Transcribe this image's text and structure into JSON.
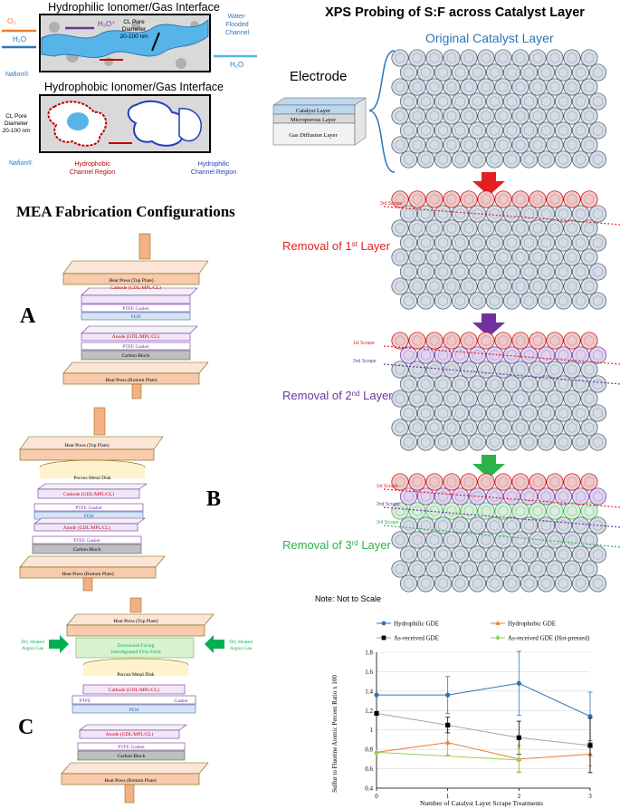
{
  "interface_panels": {
    "hydrophilic_title": "Hydrophilic Ionomer/Gas Interface",
    "hydrophobic_title": "Hydrophobic Ionomer/Gas Interface",
    "o2": "O₂",
    "h2o": "H₂O",
    "h3o": "H₃O⁺",
    "cl_pore_top": "CL Pore Diameter 20-100 nm",
    "cl_pore_top_l1": "CL Pore",
    "cl_pore_top_l2": "Diameter",
    "cl_pore_top_l3": "20-100 nm",
    "water_flooded_l1": "Water-",
    "water_flooded_l2": "Flooded",
    "water_flooded_l3": "Channel",
    "nafion": "Nafion®",
    "cl_pore_side_l1": "CL Pore",
    "cl_pore_side_l2": "Diameter",
    "cl_pore_side_l3": "20-100 nm",
    "hydrophobic_region_l1": "Hydrophobic",
    "hydrophobic_region_l2": "Channel Region",
    "hydrophilic_region_l1": "Hydrophilic",
    "hydrophilic_region_l2": "Channel Region"
  },
  "mea": {
    "title": "MEA Fabrication Configurations",
    "label_a": "A",
    "label_b": "B",
    "label_c": "C",
    "heat_press_top": "Heat Press (Top Plate)",
    "heat_press_bottom": "Heat Press (Bottom Plate)",
    "cathode": "Cathode (GDL/MPL/CL)",
    "ptfe_gasket": "PTFE Gasket",
    "pem": "PEM",
    "anode": "Anode (GDL/MPL/CL)",
    "carbon_block": "Carbon Block",
    "porous_disk": "Porous Metal Disk",
    "dry_gas_l1": "Dry Heated",
    "dry_gas_l2": "Argon Gas",
    "flow_field_l1": "Downward Facing",
    "flow_field_l2": "Interdigitated Flow Field",
    "ptfe": "PTFE",
    "gasket": "Gasket"
  },
  "xps": {
    "title": "XPS Probing of S:F across Catalyst Layer",
    "original": "Original Catalyst Layer",
    "electrode": "Electrode",
    "layer_catalyst": "Catalyst Layer",
    "layer_micro": "Microporous Layer",
    "layer_gdl": "Gas Diffusion Layer",
    "removal1_prefix": "Removal of 1",
    "removal2_prefix": "Removal of 2",
    "removal3_prefix": "Removal of 3",
    "sup_st": "st",
    "sup_nd": "nd",
    "sup_rd": "rd",
    "layer_word": " Layer",
    "scrape1": "1st Scrape",
    "scrape2": "2nd Scrape",
    "scrape3": "3rd Scrape",
    "note": "Note: Not to Scale",
    "colors": {
      "red": "#e41f1f",
      "purple": "#7030a0",
      "green": "#2cb34a",
      "blue": "#2e75b6"
    }
  },
  "chart_data": {
    "type": "line",
    "x": [
      0,
      1,
      2,
      3
    ],
    "xlabel": "Number of Catalyst Layer Scrape Treatments",
    "ylabel": "Sulfur to Fluorine Atomic Percent Ratio x 100",
    "ylim": [
      0.4,
      1.8
    ],
    "yticks": [
      "0.4",
      "0.6",
      "0.8",
      "1",
      "1.2",
      "1.4",
      "1.6",
      "1.8"
    ],
    "xticks": [
      "0",
      "1",
      "2",
      "3"
    ],
    "grid": true,
    "legend_position": "top",
    "series": [
      {
        "name": "Hydrophilic GDE",
        "color": "#2e75b6",
        "marker": "circle",
        "values": [
          1.36,
          1.36,
          1.48,
          1.14
        ],
        "errors": [
          0.0,
          0.19,
          0.33,
          0.25
        ]
      },
      {
        "name": "Hydrophobic GDE",
        "color": "#ed7d31",
        "marker": "triangle",
        "values": [
          0.77,
          0.87,
          0.7,
          0.75
        ],
        "errors": [
          0.0,
          0.13,
          0.14,
          0.12
        ]
      },
      {
        "name": "As-received GDE",
        "color": "#000000",
        "line": "#a6a6a6",
        "marker": "square",
        "values": [
          1.17,
          1.05,
          0.92,
          0.84
        ],
        "errors": [
          0.0,
          0.08,
          0.17,
          0.28
        ]
      },
      {
        "name": "As-received GDE (Hot-pressed)",
        "color": "#92d050",
        "marker": "diamond",
        "values": [
          0.77,
          null,
          0.69,
          null
        ],
        "errors": [
          0.0,
          0.0,
          0.12,
          0.0
        ]
      }
    ]
  }
}
